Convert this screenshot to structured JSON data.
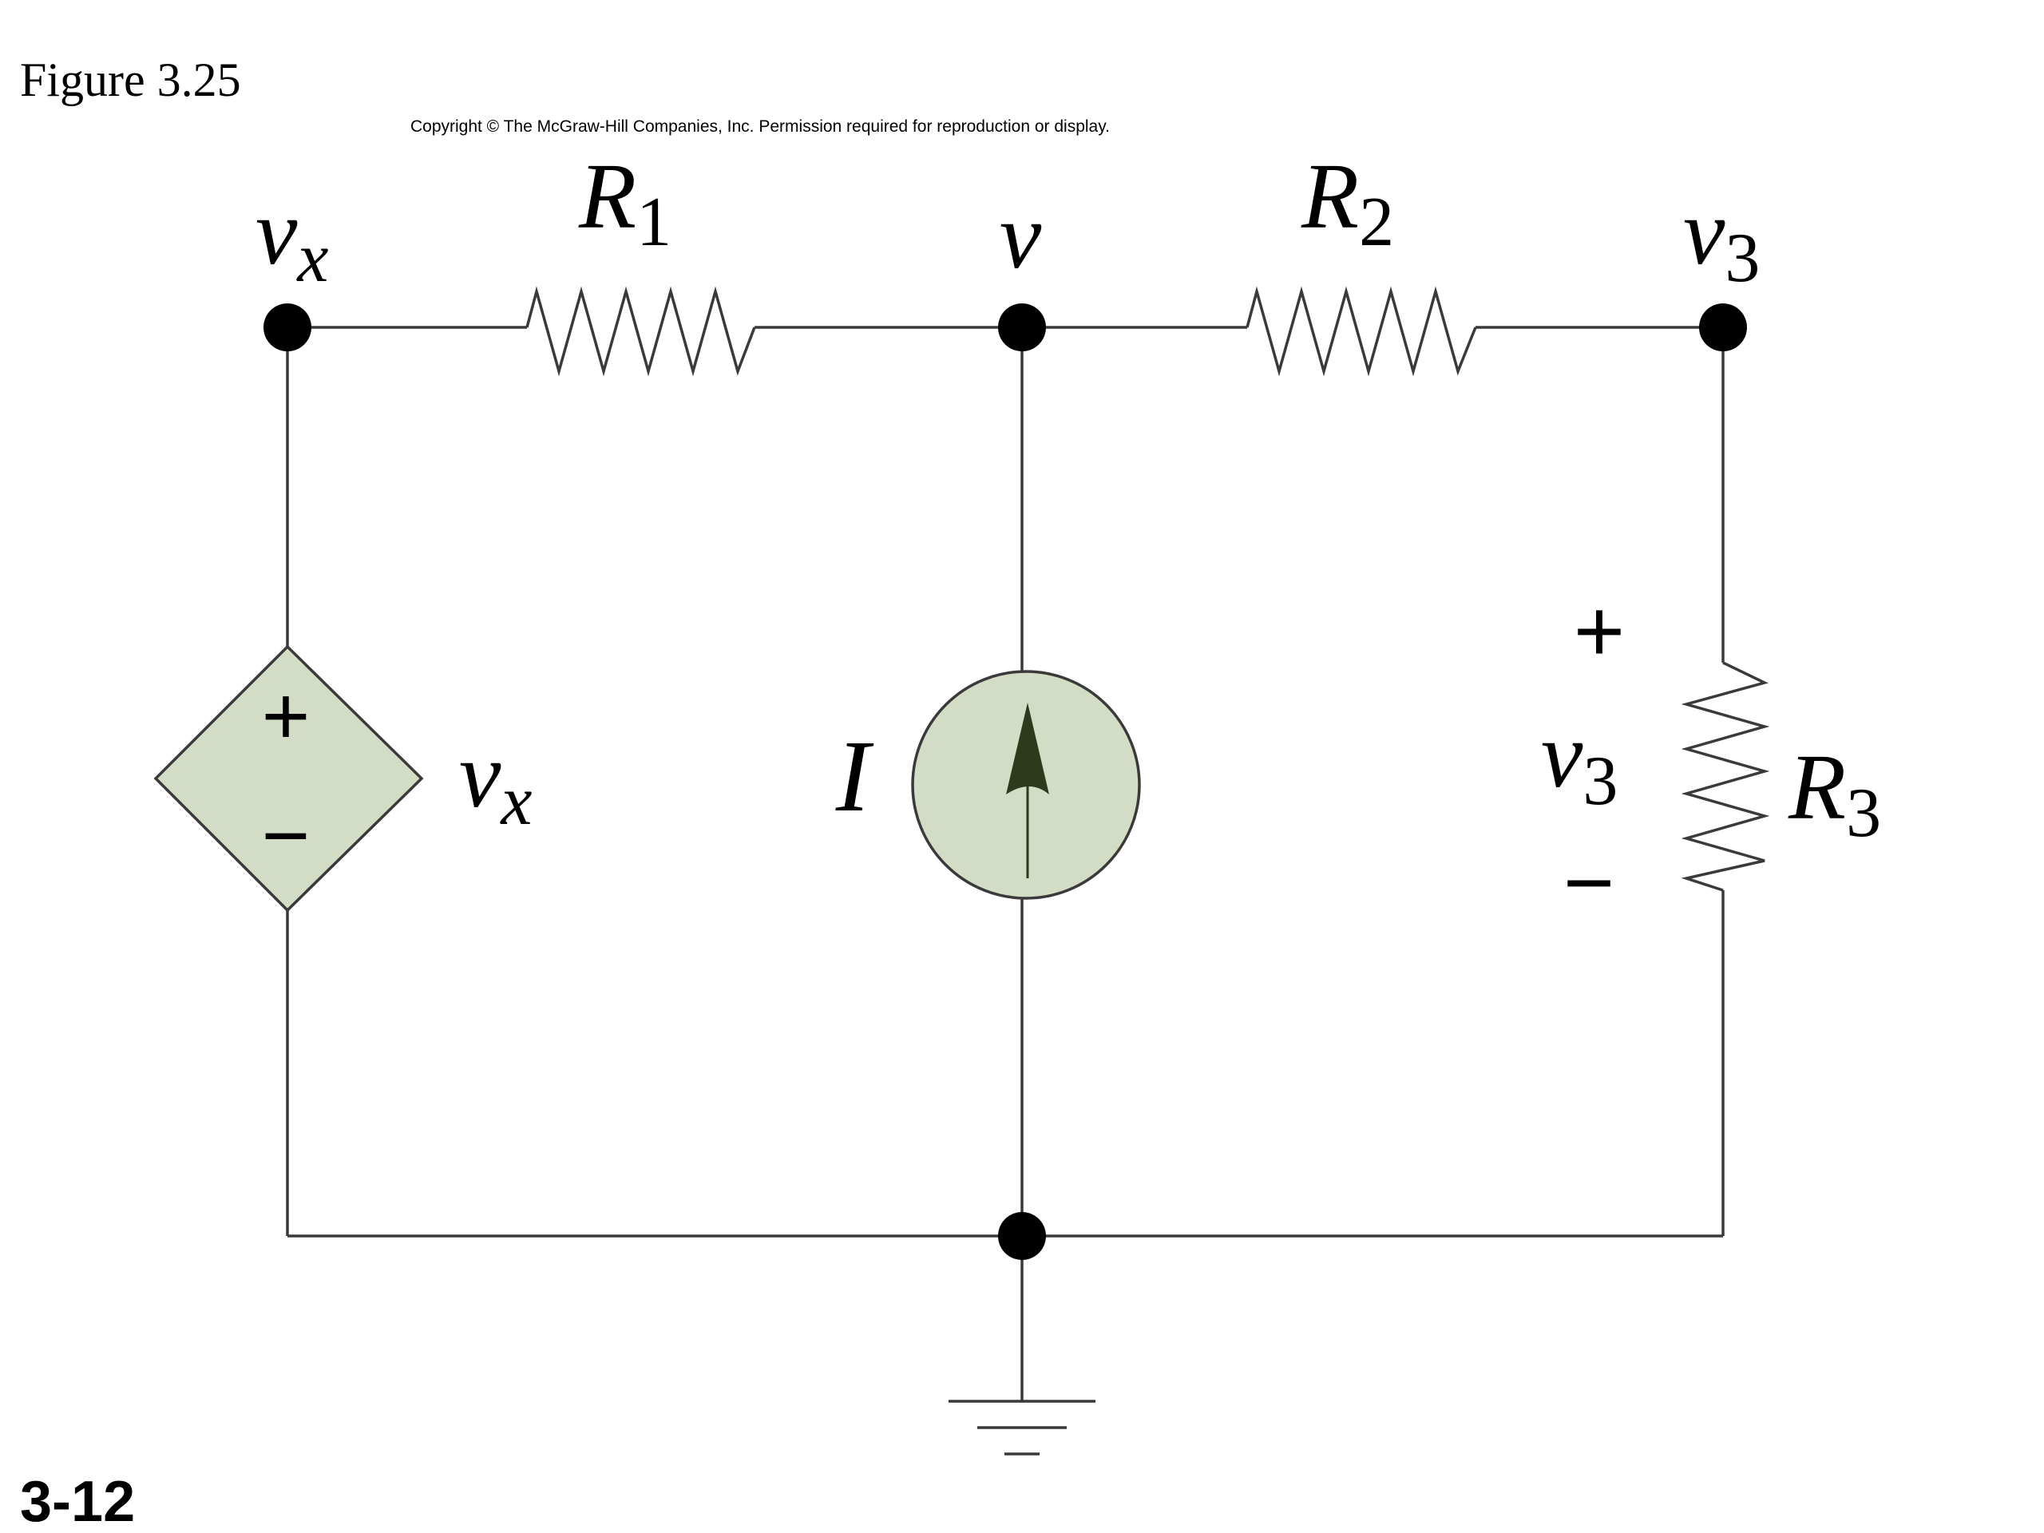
{
  "figure_label": "Figure 3.25",
  "copyright": "Copyright © The McGraw-Hill Companies, Inc. Permission required for reproduction or display.",
  "slide_number": "3-12",
  "nodes": {
    "vx": {
      "main": "v",
      "sub": "x"
    },
    "v": {
      "main": "v"
    },
    "v3": {
      "main": "v",
      "sub": "3"
    }
  },
  "resistors": {
    "r1": {
      "main": "R",
      "sub": "1"
    },
    "r2": {
      "main": "R",
      "sub": "2"
    },
    "r3": {
      "main": "R",
      "sub": "3"
    }
  },
  "dependent_source": {
    "main": "v",
    "sub": "x",
    "plus": "+",
    "minus": "−"
  },
  "current_source": {
    "label": "I"
  },
  "r3_voltage": {
    "main": "v",
    "sub": "3",
    "plus": "+",
    "minus": "−"
  },
  "colors": {
    "wire": "#3a3a3a",
    "source_fill": "#d3dcc4",
    "arrow": "#2d3a1c",
    "node": "#000000"
  }
}
